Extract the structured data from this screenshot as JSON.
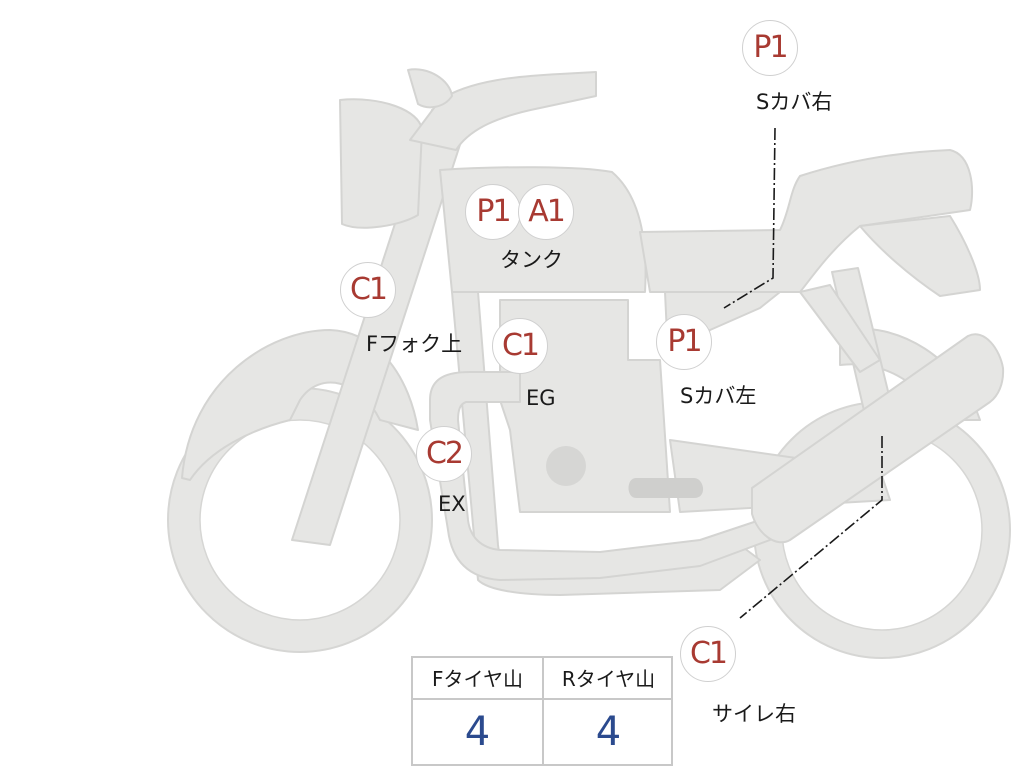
{
  "markers": {
    "tank_p": "P1",
    "tank_a": "A1",
    "tank_label": "タンク",
    "fork_c": "C1",
    "fork_label": "Fフォク上",
    "engine_c": "C1",
    "engine_label": "EG",
    "exhaust_c": "C2",
    "exhaust_label": "EX",
    "side_cover_left_p": "P1",
    "side_cover_left_label": "Sカバ左",
    "side_cover_right_p": "P1",
    "side_cover_right_label": "Sカバ右",
    "silencer_right_c": "C1",
    "silencer_right_label": "サイレ右"
  },
  "tire_tread": {
    "front_header": "Fタイヤ山",
    "rear_header": "Rタイヤ山",
    "front_value": "4",
    "rear_value": "4"
  },
  "colors": {
    "silhouette_fill": "#e6e6e4",
    "silhouette_stroke": "#d4d4d2",
    "grade_text": "#a83a32",
    "value_text": "#2b4a8e"
  }
}
